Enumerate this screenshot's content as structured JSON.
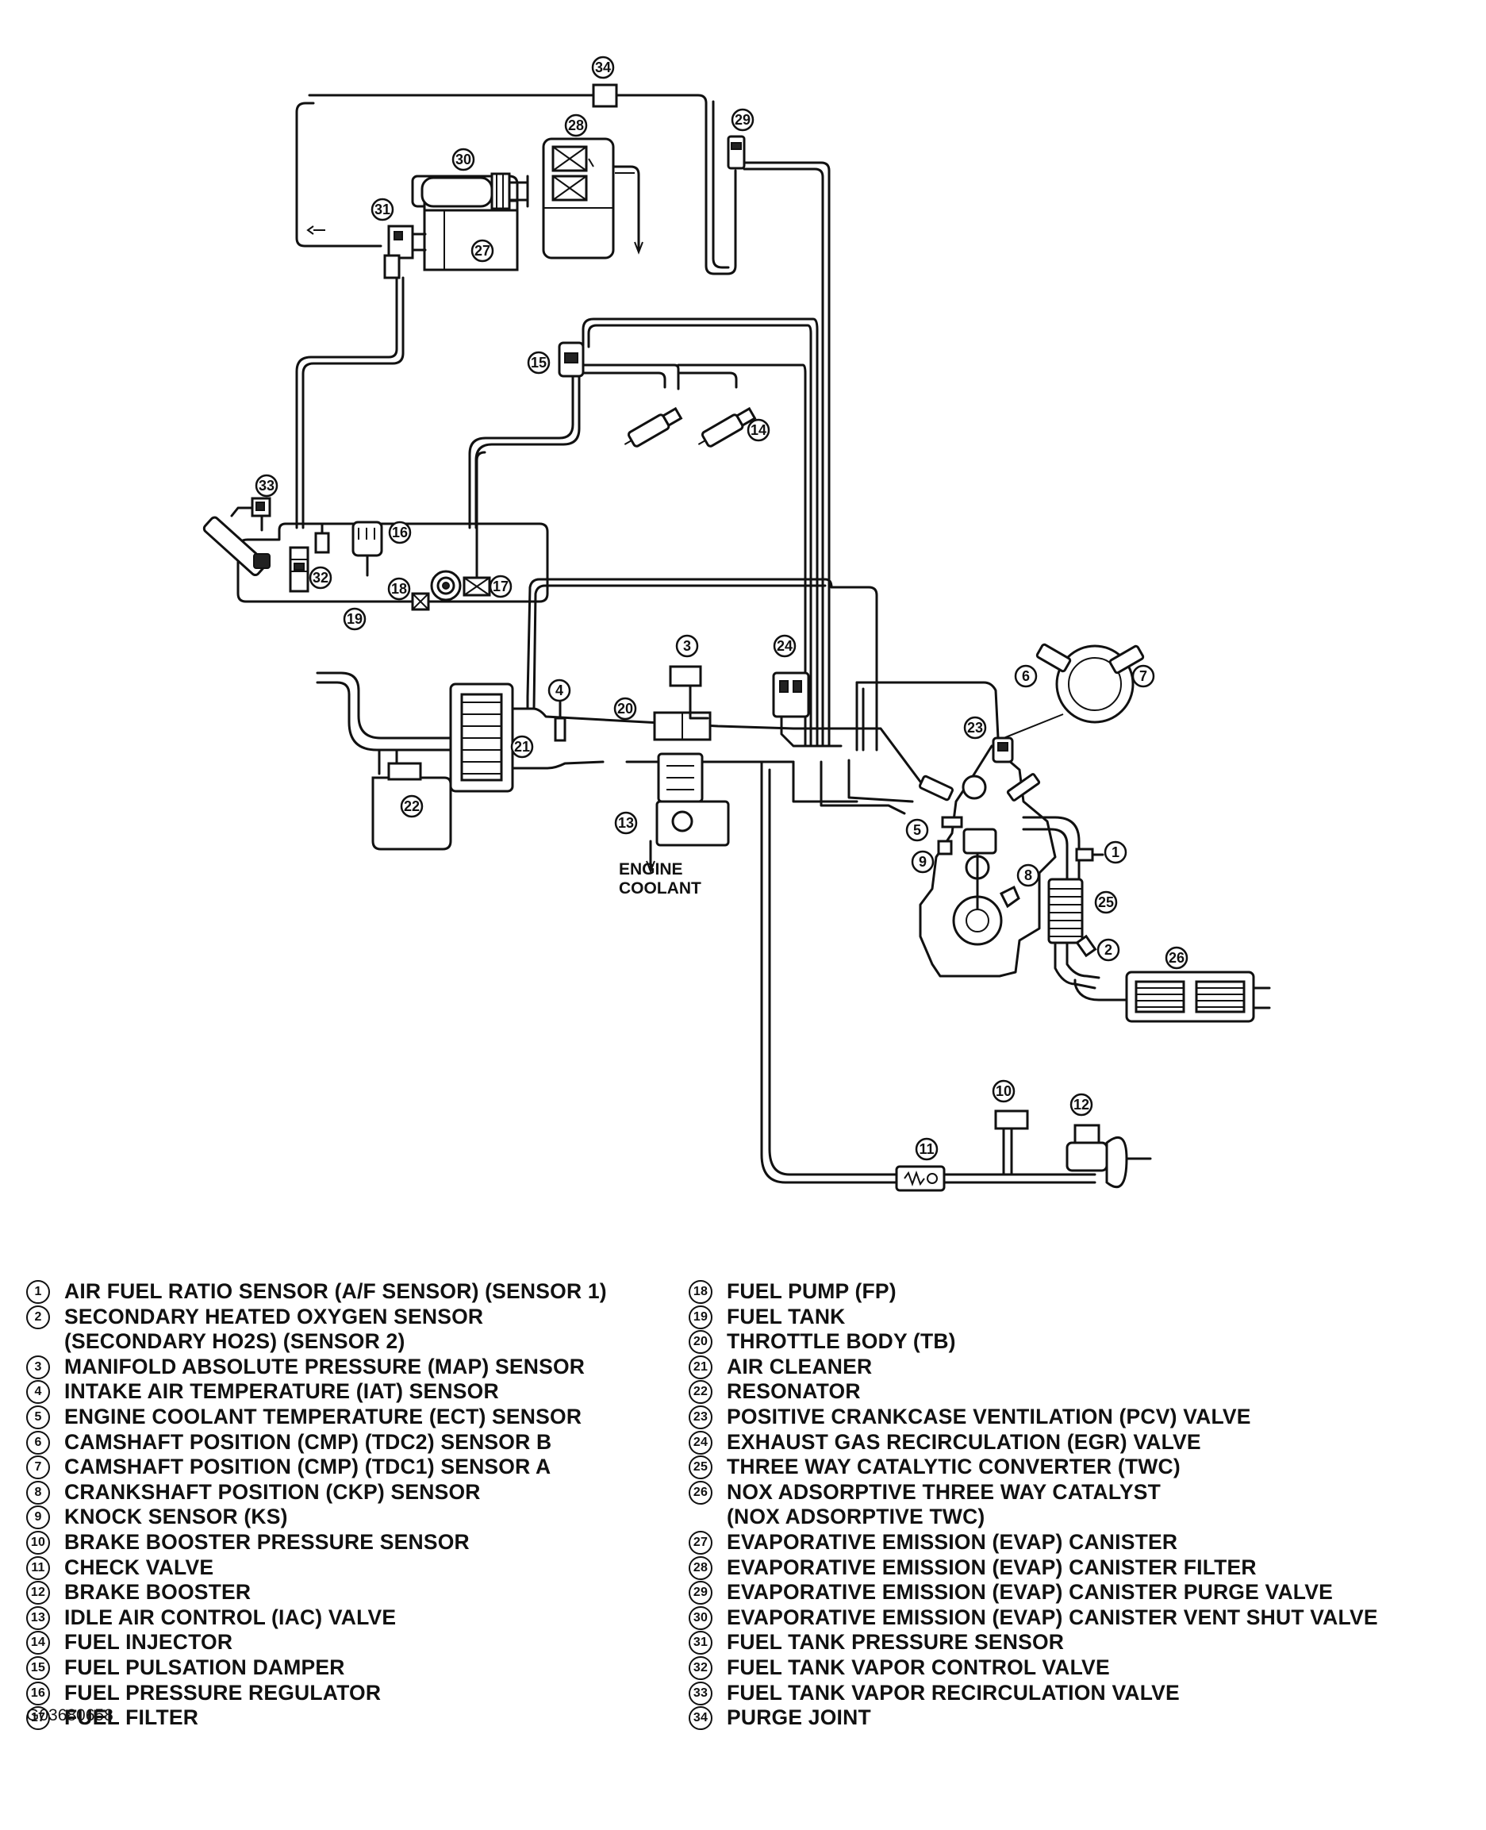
{
  "diagram": {
    "callout_numbers": [
      "1",
      "2",
      "3",
      "4",
      "5",
      "6",
      "7",
      "8",
      "9",
      "10",
      "11",
      "12",
      "13",
      "14",
      "15",
      "16",
      "17",
      "18",
      "19",
      "20",
      "21",
      "22",
      "23",
      "24",
      "25",
      "26",
      "27",
      "28",
      "29",
      "30",
      "31",
      "32",
      "33",
      "34"
    ],
    "engine_coolant_label_line1": "ENGINE",
    "engine_coolant_label_line2": "COOLANT"
  },
  "legend": {
    "left": [
      {
        "num": "1",
        "lines": [
          "AIR FUEL RATIO SENSOR (A/F SENSOR) (SENSOR 1)"
        ]
      },
      {
        "num": "2",
        "lines": [
          "SECONDARY HEATED OXYGEN SENSOR",
          "(SECONDARY HO2S) (SENSOR 2)"
        ]
      },
      {
        "num": "3",
        "lines": [
          "MANIFOLD ABSOLUTE PRESSURE (MAP) SENSOR"
        ]
      },
      {
        "num": "4",
        "lines": [
          "INTAKE AIR TEMPERATURE (IAT) SENSOR"
        ]
      },
      {
        "num": "5",
        "lines": [
          "ENGINE COOLANT TEMPERATURE (ECT) SENSOR"
        ]
      },
      {
        "num": "6",
        "lines": [
          "CAMSHAFT POSITION (CMP) (TDC2) SENSOR B"
        ]
      },
      {
        "num": "7",
        "lines": [
          "CAMSHAFT POSITION (CMP) (TDC1) SENSOR A"
        ]
      },
      {
        "num": "8",
        "lines": [
          "CRANKSHAFT POSITION (CKP) SENSOR"
        ]
      },
      {
        "num": "9",
        "lines": [
          "KNOCK SENSOR (KS)"
        ]
      },
      {
        "num": "10",
        "lines": [
          "BRAKE BOOSTER PRESSURE SENSOR"
        ]
      },
      {
        "num": "11",
        "lines": [
          "CHECK VALVE"
        ]
      },
      {
        "num": "12",
        "lines": [
          "BRAKE BOOSTER"
        ]
      },
      {
        "num": "13",
        "lines": [
          "IDLE AIR CONTROL (IAC) VALVE"
        ]
      },
      {
        "num": "14",
        "lines": [
          "FUEL INJECTOR"
        ]
      },
      {
        "num": "15",
        "lines": [
          "FUEL PULSATION DAMPER"
        ]
      },
      {
        "num": "16",
        "lines": [
          "FUEL PRESSURE REGULATOR"
        ]
      },
      {
        "num": "17",
        "lines": [
          "FUEL FILTER"
        ]
      }
    ],
    "right": [
      {
        "num": "18",
        "lines": [
          "FUEL PUMP (FP)"
        ]
      },
      {
        "num": "19",
        "lines": [
          "FUEL TANK"
        ]
      },
      {
        "num": "20",
        "lines": [
          "THROTTLE BODY (TB)"
        ]
      },
      {
        "num": "21",
        "lines": [
          "AIR CLEANER"
        ]
      },
      {
        "num": "22",
        "lines": [
          "RESONATOR"
        ]
      },
      {
        "num": "23",
        "lines": [
          "POSITIVE CRANKCASE VENTILATION (PCV) VALVE"
        ]
      },
      {
        "num": "24",
        "lines": [
          "EXHAUST GAS RECIRCULATION (EGR) VALVE"
        ]
      },
      {
        "num": "25",
        "lines": [
          "THREE WAY CATALYTIC CONVERTER (TWC)"
        ]
      },
      {
        "num": "26",
        "lines": [
          "NOX ADSORPTIVE THREE WAY CATALYST",
          "(NOX ADSORPTIVE TWC)"
        ]
      },
      {
        "num": "27",
        "lines": [
          "EVAPORATIVE EMISSION (EVAP) CANISTER"
        ]
      },
      {
        "num": "28",
        "lines": [
          "EVAPORATIVE EMISSION (EVAP) CANISTER FILTER"
        ]
      },
      {
        "num": "29",
        "lines": [
          "EVAPORATIVE EMISSION (EVAP) CANISTER PURGE VALVE"
        ]
      },
      {
        "num": "30",
        "lines": [
          "EVAPORATIVE EMISSION (EVAP) CANISTER VENT SHUT VALVE"
        ]
      },
      {
        "num": "31",
        "lines": [
          "FUEL TANK PRESSURE SENSOR"
        ]
      },
      {
        "num": "32",
        "lines": [
          "FUEL TANK VAPOR CONTROL VALVE"
        ]
      },
      {
        "num": "33",
        "lines": [
          "FUEL TANK VAPOR RECIRCULATION VALVE"
        ]
      },
      {
        "num": "34",
        "lines": [
          "PURGE JOINT"
        ]
      }
    ]
  },
  "figure_id": "G03680658"
}
